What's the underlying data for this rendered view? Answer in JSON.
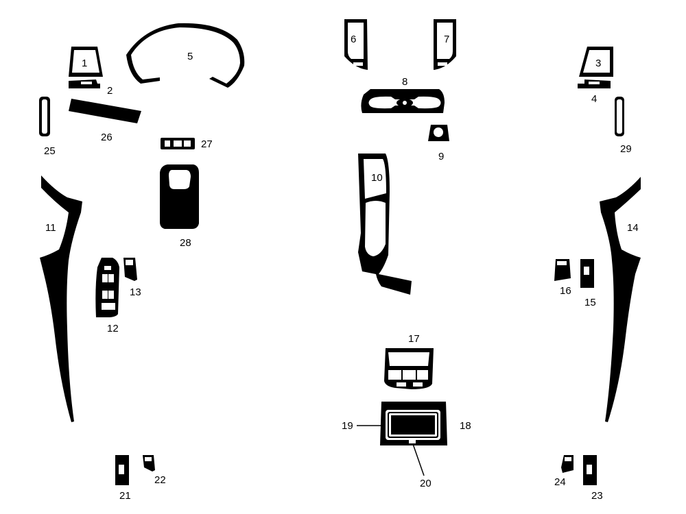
{
  "diagram": {
    "parts": [
      {
        "id": "1",
        "label": "1"
      },
      {
        "id": "2",
        "label": "2"
      },
      {
        "id": "3",
        "label": "3"
      },
      {
        "id": "4",
        "label": "4"
      },
      {
        "id": "5",
        "label": "5"
      },
      {
        "id": "6",
        "label": "6"
      },
      {
        "id": "7",
        "label": "7"
      },
      {
        "id": "8",
        "label": "8"
      },
      {
        "id": "9",
        "label": "9"
      },
      {
        "id": "10",
        "label": "10"
      },
      {
        "id": "11",
        "label": "11"
      },
      {
        "id": "12",
        "label": "12"
      },
      {
        "id": "13",
        "label": "13"
      },
      {
        "id": "14",
        "label": "14"
      },
      {
        "id": "15",
        "label": "15"
      },
      {
        "id": "16",
        "label": "16"
      },
      {
        "id": "17",
        "label": "17"
      },
      {
        "id": "18",
        "label": "18"
      },
      {
        "id": "19",
        "label": "19"
      },
      {
        "id": "20",
        "label": "20"
      },
      {
        "id": "21",
        "label": "21"
      },
      {
        "id": "22",
        "label": "22"
      },
      {
        "id": "23",
        "label": "23"
      },
      {
        "id": "24",
        "label": "24"
      },
      {
        "id": "25",
        "label": "25"
      },
      {
        "id": "26",
        "label": "26"
      },
      {
        "id": "27",
        "label": "27"
      },
      {
        "id": "28",
        "label": "28"
      },
      {
        "id": "29",
        "label": "29"
      }
    ]
  },
  "colors": {
    "part": "#000000",
    "background": "#ffffff"
  }
}
